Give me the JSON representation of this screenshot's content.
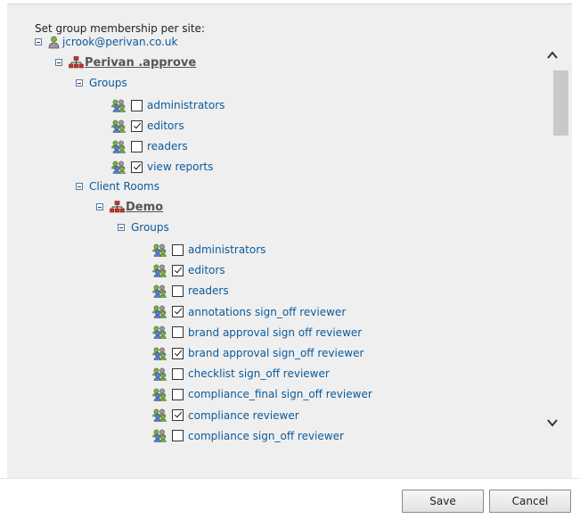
{
  "dialog": {
    "heading": "Set group membership per site:",
    "user": {
      "label": "jcrook@perivan.co.uk"
    },
    "site": {
      "label": "Perivan .approve",
      "groups_label": "Groups",
      "groups": [
        {
          "label": "administrators",
          "checked": false
        },
        {
          "label": "editors",
          "checked": true
        },
        {
          "label": "readers",
          "checked": false
        },
        {
          "label": "view reports",
          "checked": true
        }
      ],
      "client_rooms_label": "Client Rooms",
      "room": {
        "label": "Demo",
        "groups_label": "Groups",
        "groups": [
          {
            "label": "administrators",
            "checked": false
          },
          {
            "label": "editors",
            "checked": true
          },
          {
            "label": "readers",
            "checked": false
          },
          {
            "label": "annotations sign_off reviewer",
            "checked": true
          },
          {
            "label": "brand approval sign off reviewer",
            "checked": false
          },
          {
            "label": "brand approval sign_off reviewer",
            "checked": true
          },
          {
            "label": "checklist sign_off reviewer",
            "checked": false
          },
          {
            "label": "compliance_final sign_off reviewer",
            "checked": false
          },
          {
            "label": "compliance reviewer",
            "checked": true
          },
          {
            "label": "compliance sign_off reviewer",
            "checked": false
          }
        ]
      }
    }
  },
  "buttons": {
    "save": "Save",
    "cancel": "Cancel"
  },
  "colors": {
    "link": "#0a5a9c",
    "panel": "#efefef",
    "site_icon": "#c0392b"
  }
}
